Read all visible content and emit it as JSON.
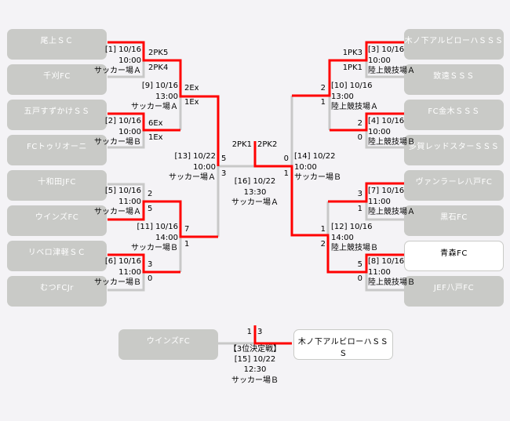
{
  "colors": {
    "winner_line": "#ff0000",
    "loser_line": "#c8c8c8",
    "team_box": "#c9cac7",
    "background": "#f4f3f6"
  },
  "teams": {
    "left": [
      "尾上ＳＣ",
      "千刈FC",
      "五戸すずかけＳＳ",
      "FCトゥリオーニ",
      "十和田JFC",
      "ウインズFC",
      "リベロ津軽ＳＣ",
      "むつFCJr"
    ],
    "right": [
      "木ノ下アルビローハＳＳＳ",
      "致遠ＳＳＳ",
      "FC金木ＳＳＳ",
      "多賀レッドスターＳＳＳ",
      "ヴァンラーレ八戸FC",
      "黒石FC",
      "青森FC",
      "JEF八戸FC"
    ]
  },
  "matches": {
    "m1": {
      "no": "[1] 10/16",
      "time": "10:00",
      "venue": "サッカー場Ａ",
      "s1": "2PK5",
      "s2": "2PK4"
    },
    "m2": {
      "no": "[2] 10/16",
      "time": "10:00",
      "venue": "サッカー場Ｂ",
      "s1": "6Ex",
      "s2": "1Ex"
    },
    "m3": {
      "no": "[3] 10/16",
      "time": "10:00",
      "venue": "陸上競技場Ａ",
      "s1": "1PK3",
      "s2": "1PK1"
    },
    "m4": {
      "no": "[4] 10/16",
      "time": "10:00",
      "venue": "陸上競技場Ｂ",
      "s1": "2",
      "s2": "0"
    },
    "m5": {
      "no": "[5] 10/16",
      "time": "11:00",
      "venue": "サッカー場Ａ",
      "s1": "2",
      "s2": "5"
    },
    "m6": {
      "no": "[6] 10/16",
      "time": "11:00",
      "venue": "サッカー場Ｂ",
      "s1": "3",
      "s2": "0"
    },
    "m7": {
      "no": "[7] 10/16",
      "time": "11:00",
      "venue": "陸上競技場Ａ",
      "s1": "3",
      "s2": "1"
    },
    "m8": {
      "no": "[8] 10/16",
      "time": "11:00",
      "venue": "陸上競技場Ｂ",
      "s1": "5",
      "s2": "0"
    },
    "m9": {
      "no": "[9] 10/16",
      "time": "13:00",
      "venue": "サッカー場Ａ",
      "s1": "2Ex",
      "s2": "1Ex"
    },
    "m10": {
      "no": "[10] 10/16",
      "time": "13:00",
      "venue": "陸上競技場Ａ",
      "s1": "2",
      "s2": "1"
    },
    "m11": {
      "no": "[11] 10/16",
      "time": "14:00",
      "venue": "サッカー場Ｂ",
      "s1": "7",
      "s2": "1"
    },
    "m12": {
      "no": "[12] 10/16",
      "time": "14:00",
      "venue": "陸上競技場Ｂ",
      "s1": "1",
      "s2": "2"
    },
    "m13": {
      "no": "[13] 10/22",
      "time": "10:00",
      "venue": "サッカー場Ａ",
      "s1": "5",
      "s2": "3"
    },
    "m14": {
      "no": "[14] 10/22",
      "time": "10:00",
      "venue": "サッカー場Ｂ",
      "s1": "0",
      "s2": "1"
    },
    "m16": {
      "no": "[16] 10/22",
      "time": "13:30",
      "venue": "サッカー場Ａ",
      "s1": "2PK1",
      "s2": "2PK2"
    }
  },
  "third_place": {
    "title": "【3位決定戦】",
    "no": "[15] 10/22",
    "time": "12:30",
    "venue": "サッカー場Ｂ",
    "left_team": "ウインズFC",
    "right_team": "木ノ下アルビローハＳＳＳ",
    "s1": "1",
    "s2": "3"
  }
}
